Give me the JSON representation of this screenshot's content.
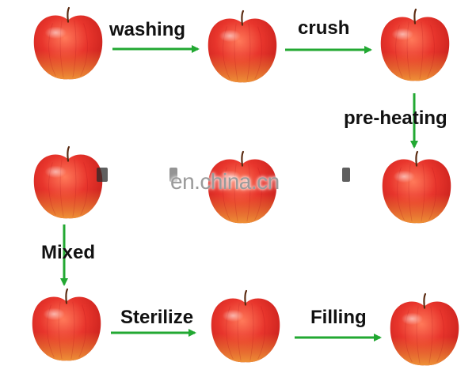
{
  "steps": {
    "washing": "washing",
    "crush": "crush",
    "preheating": "pre-heating",
    "mixed": "Mixed",
    "sterilize": "Sterilize",
    "filling": "Filling"
  },
  "watermark": "en.china.cn",
  "colors": {
    "arrow": "#22a832",
    "apple_red": "#e0322a",
    "apple_orange": "#f08a2c"
  },
  "icons": {
    "apple": "apple-icon",
    "arrow": "green-arrow"
  }
}
